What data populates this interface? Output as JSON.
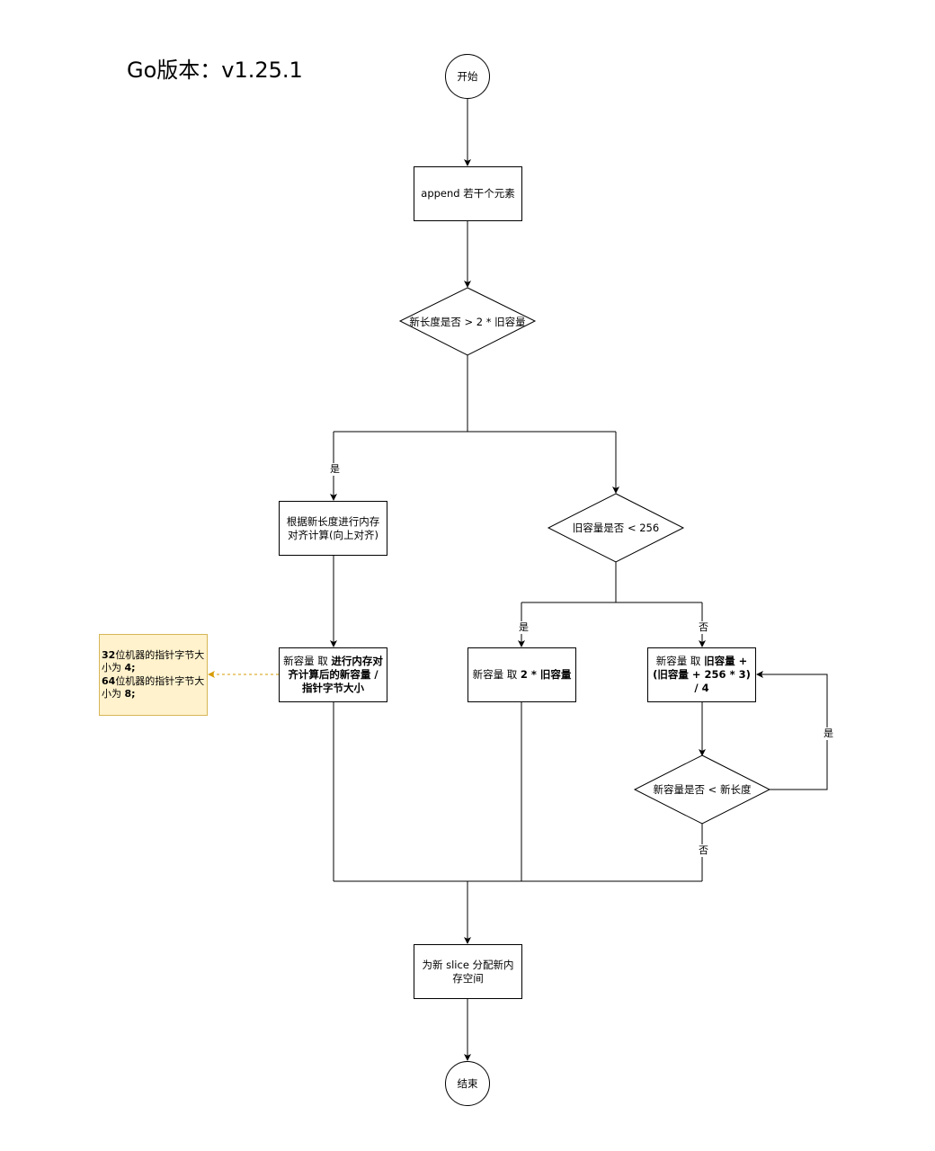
{
  "title": "Go版本：v1.25.1",
  "nodes": {
    "start": "开始",
    "append": "append 若干个元素",
    "cond_len": "新长度是否 > 2 * 旧容量",
    "align_calc": "根据新长度进行内存对齐计算(向上对齐)",
    "cond_cap": "旧容量是否 < 256",
    "cap_align_prefix": "新容量 取 ",
    "cap_align_bold": "进行内存对齐计算后的新容量 / 指针字节大小",
    "cap_double_prefix": "新容量 取 ",
    "cap_double_bold": "2 * 旧容量",
    "cap_grow_prefix": "新容量 取 ",
    "cap_grow_bold": "旧容量 + (旧容量 + 256 * 3) / 4",
    "cond_loop": "新容量是否 < 新长度",
    "alloc": "为新 slice 分配新内存空间",
    "end": "结束"
  },
  "edge_labels": {
    "yes_left": "是",
    "yes_cap": "是",
    "no_cap": "否",
    "loop_yes": "是",
    "loop_no": "否"
  },
  "note": {
    "line1_bold": "32",
    "line1_text": "位机器的指针字节大小为 ",
    "line1_val": "4;",
    "line2_bold": "64",
    "line2_text": "位机器的指针字节大小为 ",
    "line2_val": "8;"
  },
  "colors": {
    "note_fill": "#fff2cc",
    "note_border": "#d6b656",
    "note_arrow": "#d79b00"
  }
}
